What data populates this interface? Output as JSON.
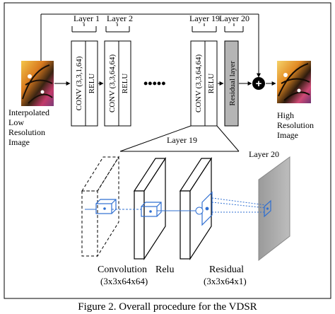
{
  "diagram": {
    "top_row": {
      "input_label": [
        "Interpolated",
        "Low",
        "Resolution",
        "Image"
      ],
      "output_label": [
        "High",
        "Resolution",
        "Image"
      ],
      "layers": [
        {
          "title": "Layer 1",
          "conv": "CONV (3,3,1,64)",
          "act": "RELU"
        },
        {
          "title": "Layer 2",
          "conv": "CONV (3,3,64,64)",
          "act": "RELU"
        },
        {
          "title": "Layer 19",
          "conv": "CONV (3,3,64,64)",
          "act": "RELU"
        }
      ],
      "residual": {
        "title": "Layer 20",
        "label": "Residual layer"
      },
      "ellipsis": "•••••",
      "plus_symbol": "+"
    },
    "bottom_row": {
      "layer19_label": "Layer 19",
      "layer20_label": "Layer 20",
      "convolution_label": "Convolution",
      "convolution_dims": "(3x3x64x64)",
      "relu_label": "Relu",
      "residual_label": "Residual",
      "residual_dims": "(3x3x64x1)"
    },
    "caption": "Figure 2. Overall procedure for the VDSR"
  }
}
